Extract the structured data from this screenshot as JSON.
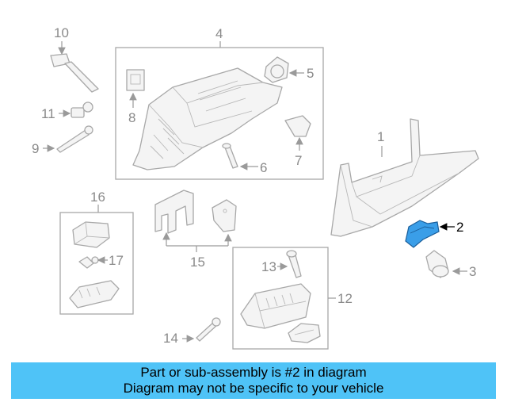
{
  "callouts": {
    "c1": "1",
    "c2": "2",
    "c3": "3",
    "c4": "4",
    "c5": "5",
    "c6": "6",
    "c7": "7",
    "c8": "8",
    "c9": "9",
    "c10": "10",
    "c11": "11",
    "c12": "12",
    "c13": "13",
    "c14": "14",
    "c15": "15",
    "c16": "16",
    "c17": "17"
  },
  "highlight_color": "#3a9ee8",
  "banner": {
    "line1": "Part or sub-assembly is #2 in diagram",
    "line2": "Diagram may not be specific to your vehicle",
    "background": "#4fc3f7"
  }
}
